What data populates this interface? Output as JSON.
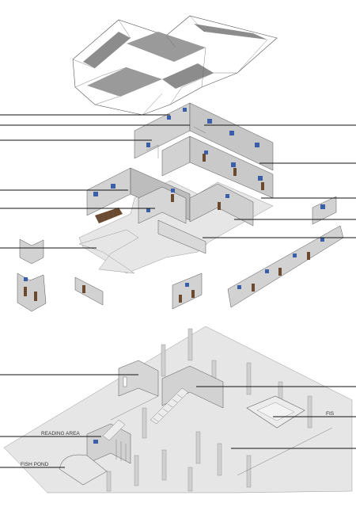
{
  "labels": {
    "reading_area": "READING AREA",
    "fish_pond": "FISH POND",
    "fis": "FIS"
  },
  "colors": {
    "floor": "#e6e6e6",
    "wall": "#d2d2d2",
    "wall_dark": "#a9a9a9",
    "roof_dark": "#8c8c8c",
    "window": "#3a5ea8",
    "door": "#6b4a2f",
    "line": "#111111"
  }
}
